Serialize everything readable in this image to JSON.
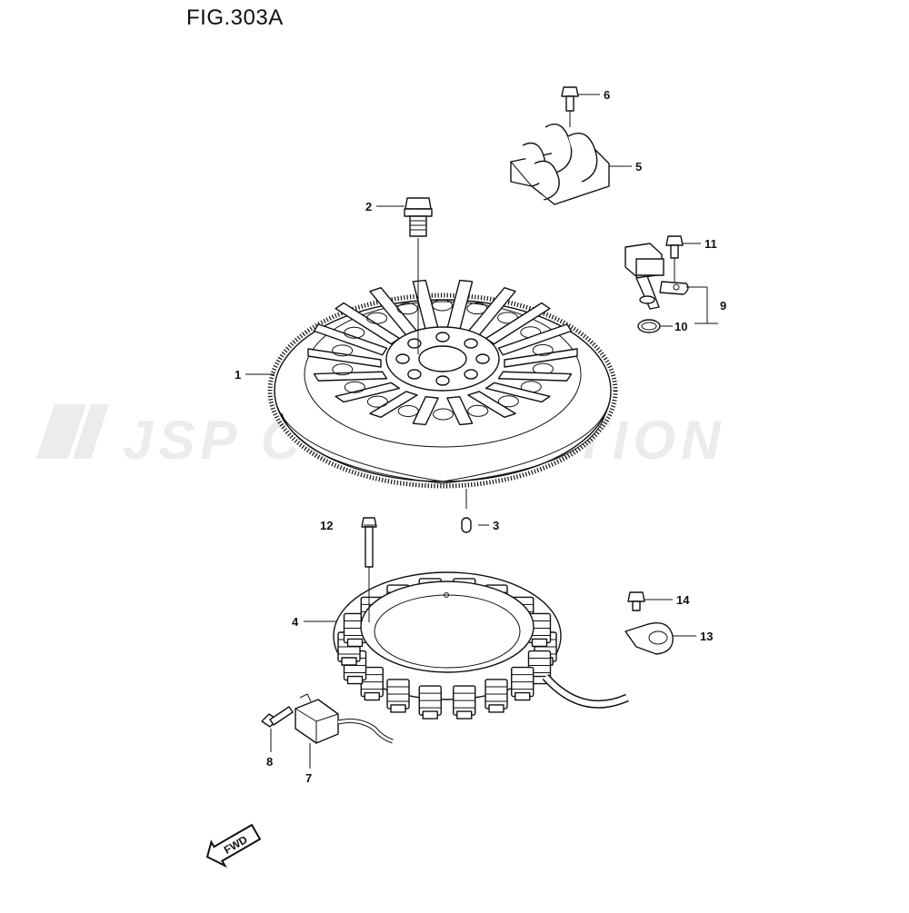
{
  "figure": {
    "title": "FIG.303A"
  },
  "watermark": {
    "text": "JSP CORPORATION"
  },
  "callouts": [
    {
      "id": "1",
      "label": "1"
    },
    {
      "id": "2",
      "label": "2"
    },
    {
      "id": "3",
      "label": "3"
    },
    {
      "id": "4",
      "label": "4"
    },
    {
      "id": "5",
      "label": "5"
    },
    {
      "id": "6",
      "label": "6"
    },
    {
      "id": "7",
      "label": "7"
    },
    {
      "id": "8",
      "label": "8"
    },
    {
      "id": "9",
      "label": "9"
    },
    {
      "id": "10",
      "label": "10"
    },
    {
      "id": "11",
      "label": "11"
    },
    {
      "id": "12",
      "label": "12"
    },
    {
      "id": "13",
      "label": "13"
    },
    {
      "id": "14",
      "label": "14"
    }
  ],
  "direction_badge": {
    "text": "FWD"
  },
  "colors": {
    "line": "#111111",
    "watermark": "#ececec",
    "background": "#ffffff"
  }
}
